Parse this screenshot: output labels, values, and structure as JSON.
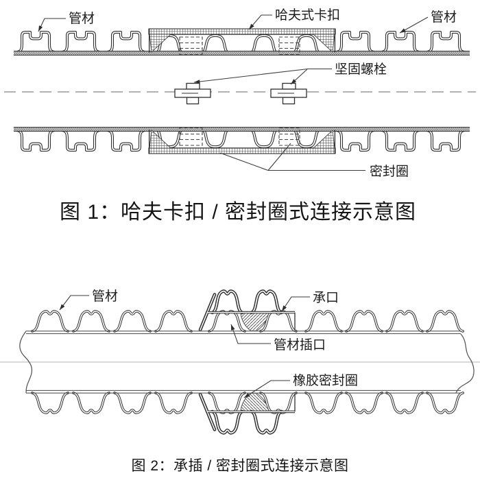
{
  "figure1": {
    "caption": "图 1：哈夫卡扣 / 密封圈式连接示意图",
    "labels": {
      "pipe_left": "管材",
      "clamp": "哈夫式卡扣",
      "pipe_right": "管材",
      "bolt": "坚固螺栓",
      "seal_ring": "密封圈"
    }
  },
  "figure2": {
    "caption": "图 2：承插 / 密封圈式连接示意图",
    "labels": {
      "pipe": "管材",
      "socket": "承口",
      "spigot": "管材插口",
      "rubber_seal": "橡胶密封圈"
    }
  },
  "colors": {
    "line": "#2e2e2e",
    "light_line": "#9e9e9e",
    "text": "#1c1c1c",
    "background": "#ffffff"
  }
}
